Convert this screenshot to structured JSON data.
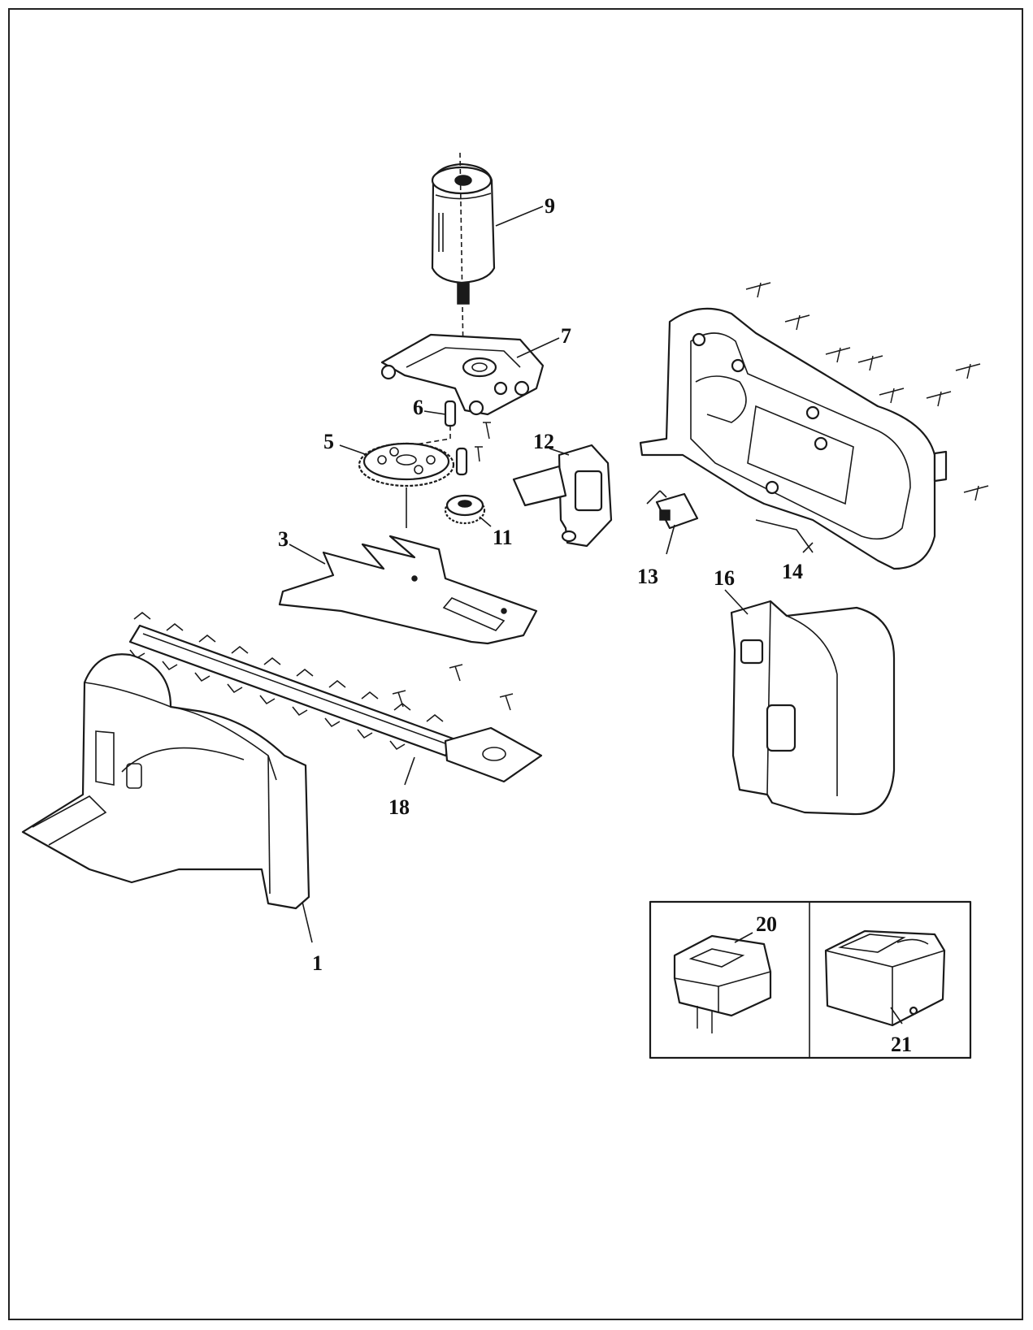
{
  "labels": {
    "p1": "1",
    "p3": "3",
    "p5": "5",
    "p6": "6",
    "p7": "7",
    "p9": "9",
    "p11": "11",
    "p12": "12",
    "p13": "13",
    "p14": "14",
    "p16": "16",
    "p18": "18",
    "p20": "20",
    "p21": "21"
  },
  "colors": {
    "line": "#1a1a1a",
    "background": "#ffffff"
  }
}
